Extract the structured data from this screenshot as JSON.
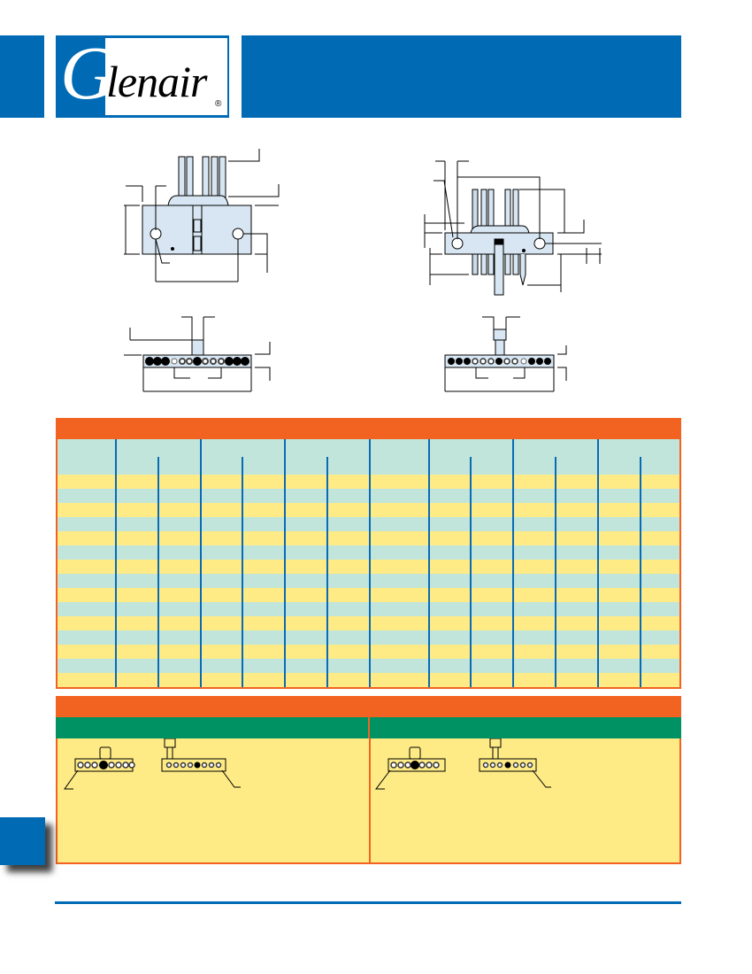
{
  "header": {
    "logo": {
      "initial": "G",
      "text": "lenair",
      "registered": "®"
    },
    "banner_color": "#006ab4"
  },
  "drawings": {
    "top_left": {
      "name": "front-view-right-angle",
      "description": "connector front elevation with 5 pins, 2 mounting holes"
    },
    "top_right": {
      "name": "front-view-straight",
      "description": "connector front elevation with pins through body and guide pin"
    },
    "bottom_left": {
      "name": "side-view-right-angle",
      "contacts": 13
    },
    "bottom_right": {
      "name": "side-view-straight",
      "contacts": 13
    }
  },
  "dimension_table": {
    "title_bar_color": "#f26322",
    "header_color": "#c1e5da",
    "row_colors": [
      "#feeb86",
      "#c1e5da"
    ],
    "grid_color": "#0a6ab4",
    "row_count": 15,
    "column_edges": [
      63,
      130,
      178,
      226,
      273,
      321,
      369,
      417,
      484,
      531,
      579,
      627,
      675,
      723,
      770
    ],
    "group_lines": [
      130,
      226,
      321,
      417,
      484,
      579,
      675
    ],
    "sub_lines": [
      178,
      273,
      369,
      531,
      627,
      723
    ]
  },
  "notes_panel": {
    "title_bar_color": "#f26322",
    "subheader_color": "#009262",
    "body_color": "#feeb86",
    "columns": [
      {
        "name": "notes-left",
        "figures": [
          "right-angle-9-contact",
          "straight-9-contact"
        ]
      },
      {
        "name": "notes-right",
        "figures": [
          "right-angle-7-contact",
          "straight-7-contact"
        ]
      }
    ]
  },
  "footer": {
    "rule_color": "#006ab4"
  }
}
